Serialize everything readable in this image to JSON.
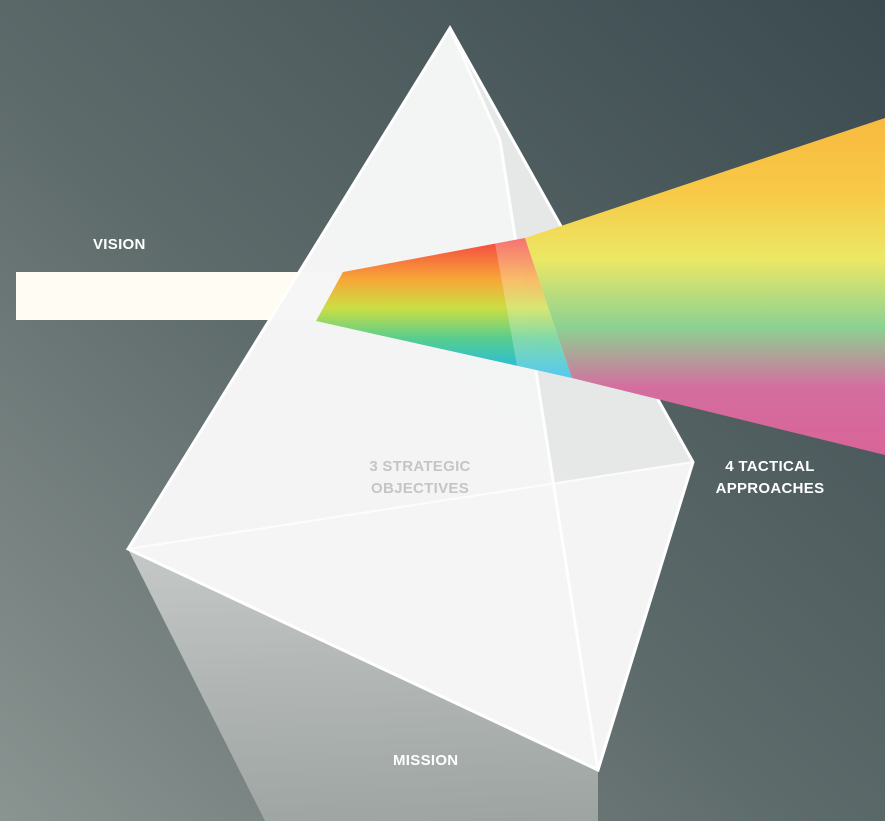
{
  "labels": {
    "vision": "VISION",
    "objectives": [
      "3 STRATEGIC",
      "OBJECTIVES"
    ],
    "approaches": [
      "4 TACTICAL",
      "APPROACHES"
    ],
    "mission": "MISSION"
  },
  "colors": {
    "background_dark": "#3f4e52",
    "background_light": "#86918f",
    "prism": "#f2f2f2",
    "vision_beam": "#fffcf4",
    "label_light": "#ffffff",
    "label_muted": "#c4c6c6",
    "spectrum": [
      "#f4393a",
      "#f7c22d",
      "#eae64f",
      "#6ccc86",
      "#16b9ec",
      "#d2518f"
    ]
  }
}
